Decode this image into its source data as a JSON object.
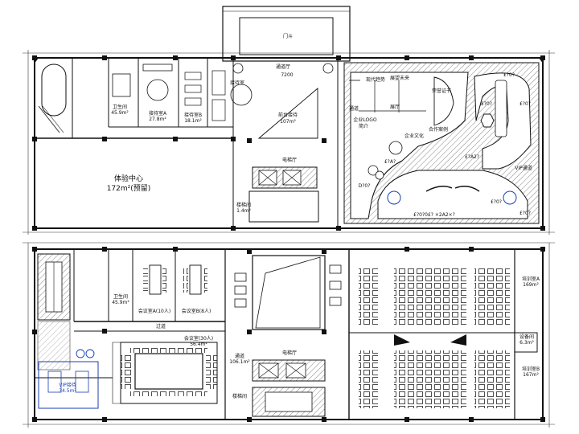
{
  "colors": {
    "wall": "#111111",
    "blue_accent": "#1a3fb0",
    "hatch": "#555555",
    "background": "#ffffff"
  },
  "upper_floor": {
    "entrance_label": "门斗",
    "entrance_hall": "通道厅",
    "dimension_text": "7200",
    "bathroom": {
      "name": "卫生间",
      "area": "45.9m²"
    },
    "reception_a": {
      "name": "接待室A",
      "area": "27.8m²"
    },
    "reception_b": {
      "name": "接待室B",
      "area": "18.1m²"
    },
    "office": "接待室",
    "experience_center": {
      "name": "体验中心",
      "area": "172m²(预留)"
    },
    "front_desk": {
      "name": "前台接待",
      "area": "107m²"
    },
    "elevator_hall": "电梯厅",
    "stair_room": {
      "name": "楼梯间",
      "area": "1.4m²"
    },
    "exhibit_hall": {
      "title_modern": "现代趋势",
      "title_vision": "展望未来",
      "company_logo": "企业LOGO",
      "company_intro": "简介",
      "company_culture": "企业文化",
      "honor": "荣誉证书",
      "cooperation": "合作案例",
      "corridor": "通道",
      "area": "展厅",
      "footer_text": "£?0?0£? ×2A2×?",
      "tag_1": "£?0?",
      "tag_2": "£?0?",
      "tag_3": "£?A?",
      "tag_4": "D?0?",
      "tag_5": "£?A2?",
      "tag_6": "£?0?",
      "tag_7": "£?0?",
      "tag_8": "£?0?",
      "tag_9": "VIP通道"
    }
  },
  "lower_floor": {
    "bathroom": {
      "name": "卫生间",
      "area": "45.9m²"
    },
    "meeting_a": {
      "name": "会议室A(10人)",
      "area": ""
    },
    "meeting_b": {
      "name": "会议室B(8人)",
      "area": ""
    },
    "corridor": "过道",
    "vip_reception": {
      "name": "VIP接待",
      "area": "34.5m²"
    },
    "big_meeting": {
      "name": "会议室(30人)",
      "area": "56.4m²"
    },
    "passage": {
      "name": "通道",
      "area": "106.1m²"
    },
    "elevator_hall": "电梯厅",
    "stair": "楼梯间",
    "training_a": {
      "name": "培训室A",
      "area": "169m²"
    },
    "training_b": {
      "name": "培训室B",
      "area": "167m²"
    },
    "equipment": {
      "name": "设备间",
      "area": "6.3m²"
    }
  }
}
